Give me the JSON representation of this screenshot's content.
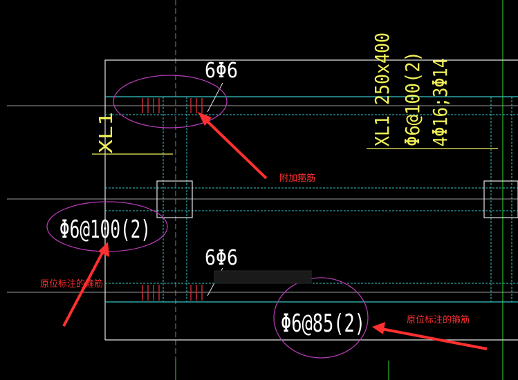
{
  "drawing": {
    "label_top_stirrup": "6Φ6",
    "label_bottom_stirrup": "6Φ6",
    "label_left_span": "Φ6@100(2)",
    "label_bottom_span": "Φ6@85(2)",
    "beam_id_vertical": "XL1",
    "beam_spec": {
      "line1": "XL1 250x400",
      "line2": "Φ6@100(2)",
      "line3": "4Φ16;3Φ14"
    }
  },
  "annotations": {
    "additional_stirrups": "附加箍筋",
    "in_situ_left": "原位标注的箍筋",
    "in_situ_right": "原位标注的箍筋"
  },
  "colors": {
    "background": "#000000",
    "outline": "#ffffff",
    "cyan": "#39c6c6",
    "yellow": "#f2f25a",
    "magenta": "#b23bb2",
    "red": "#ff3030",
    "green": "#2fb82f"
  }
}
